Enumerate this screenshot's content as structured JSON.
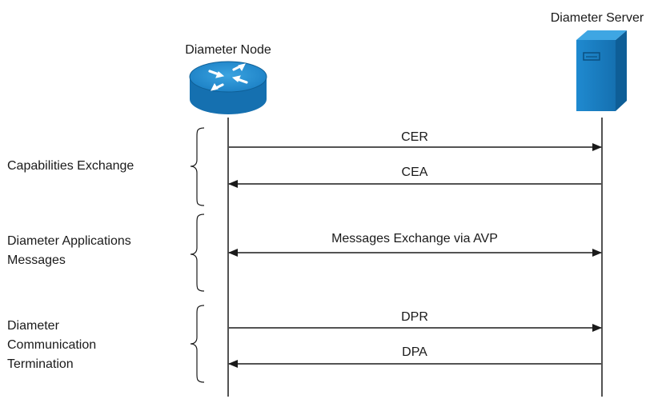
{
  "participants": {
    "node": {
      "label": "Diameter Node",
      "icon": "router-icon"
    },
    "server": {
      "label": "Diameter Server",
      "icon": "server-icon"
    }
  },
  "phases": [
    {
      "lines": [
        "Capabilities Exchange"
      ]
    },
    {
      "lines": [
        "Diameter Applications",
        "Messages"
      ]
    },
    {
      "lines": [
        "Diameter",
        "Communication",
        "Termination"
      ]
    }
  ],
  "messages": [
    {
      "label": "CER",
      "direction": "node-to-server"
    },
    {
      "label": "CEA",
      "direction": "server-to-node"
    },
    {
      "label": "Messages Exchange via AVP",
      "direction": "bidirectional"
    },
    {
      "label": "DPR",
      "direction": "node-to-server"
    },
    {
      "label": "DPA",
      "direction": "server-to-node"
    }
  ],
  "colors": {
    "accent": "#1b7fc4",
    "line": "#1a1a1a"
  }
}
